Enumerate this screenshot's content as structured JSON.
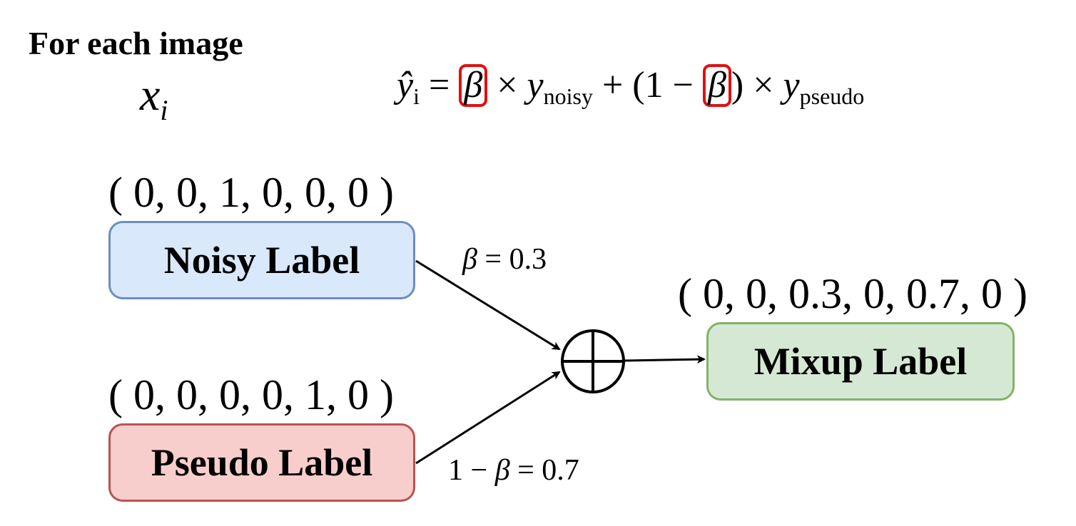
{
  "header": {
    "title": "For each image",
    "var_main": "x",
    "var_sub": "i"
  },
  "formula": {
    "lhs": "ŷ",
    "lhs_sub": "i",
    "eq": " = ",
    "beta": "β",
    "times": " × ",
    "y": "y",
    "noisy_sub": "noisy",
    "plus_open": " + (1 − ",
    "close_paren": ")",
    "pseudo_sub": "pseudo",
    "highlight_color": "#e01010"
  },
  "nodes": {
    "noisy": {
      "label": "Noisy Label",
      "vector": "( 0, 0, 1, 0, 0, 0 )",
      "fill": "#dae8fc",
      "stroke": "#6c8ebf"
    },
    "pseudo": {
      "label": "Pseudo Label",
      "vector": "( 0, 0, 0, 0, 1, 0 )",
      "fill": "#f8cecc",
      "stroke": "#b85450"
    },
    "mixup": {
      "label": "Mixup Label",
      "vector": "( 0, 0, 0.3, 0, 0.7, 0 )",
      "fill": "#d5e8d4",
      "stroke": "#82b366"
    }
  },
  "edges": {
    "noisy_weight": {
      "symbol": "β",
      "rest": " = 0.3"
    },
    "pseudo_weight": {
      "prefix": "1 − ",
      "symbol": "β",
      "rest": " = 0.7"
    },
    "combine_symbol": "oplus-icon"
  }
}
